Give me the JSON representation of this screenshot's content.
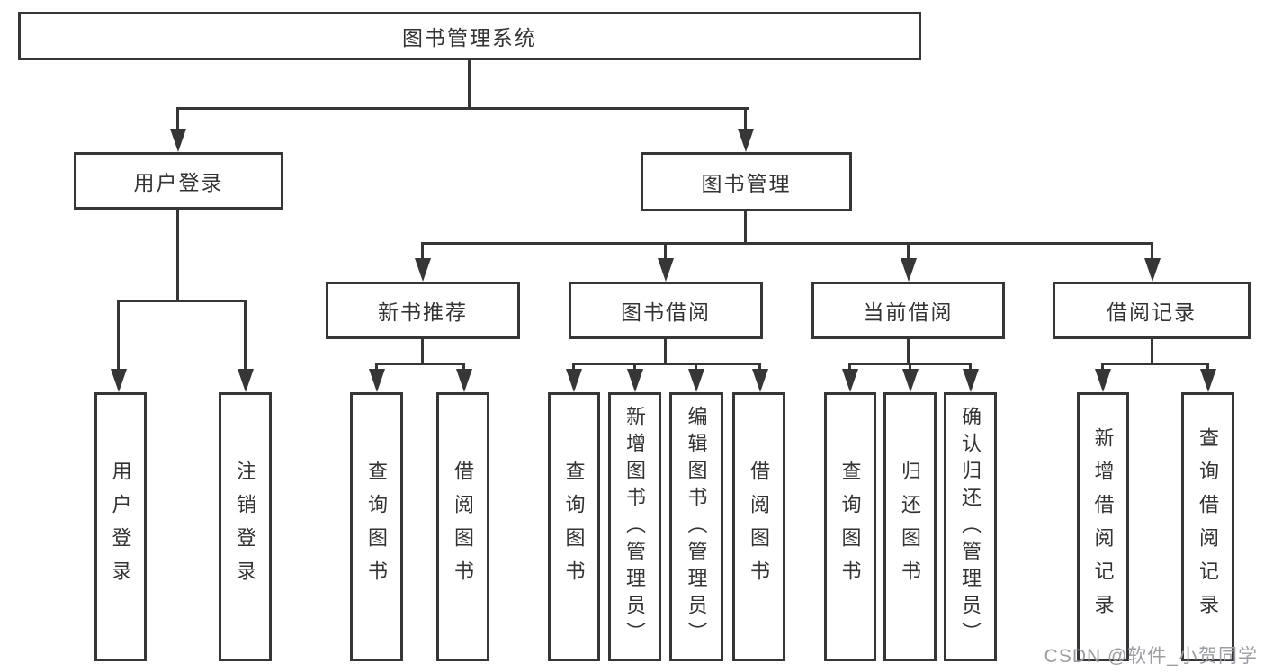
{
  "diagram": {
    "type": "hierarchy-tree",
    "nodes": {
      "root": "图书管理系统",
      "level2": [
        "用户登录",
        "图书管理"
      ],
      "level3": [
        "新书推荐",
        "图书借阅",
        "当前借阅",
        "借阅记录"
      ],
      "leaves": [
        "用户登录",
        "注销登录",
        "查询图书",
        "借阅图书",
        "查询图书",
        "新增图书（管理员）",
        "编辑图书（管理员）",
        "借阅图书",
        "查询图书",
        "归还图书",
        "确认归还（管理员）",
        "新增借阅记录",
        "查询借阅记录"
      ]
    },
    "structure": {
      "图书管理系统": [
        "用户登录",
        "图书管理"
      ],
      "用户登录": [
        "用户登录",
        "注销登录"
      ],
      "图书管理": [
        "新书推荐",
        "图书借阅",
        "当前借阅",
        "借阅记录"
      ],
      "新书推荐": [
        "查询图书",
        "借阅图书"
      ],
      "图书借阅": [
        "查询图书",
        "新增图书（管理员）",
        "编辑图书（管理员）",
        "借阅图书"
      ],
      "当前借阅": [
        "查询图书",
        "归还图书",
        "确认归还（管理员）"
      ],
      "借阅记录": [
        "新增借阅记录",
        "查询借阅记录"
      ]
    },
    "colors": {
      "line": "#363636",
      "text": "#333333",
      "background": "#ffffff",
      "watermark": "#9a9da3"
    }
  },
  "watermark": "CSDN @软件_小贺同学"
}
